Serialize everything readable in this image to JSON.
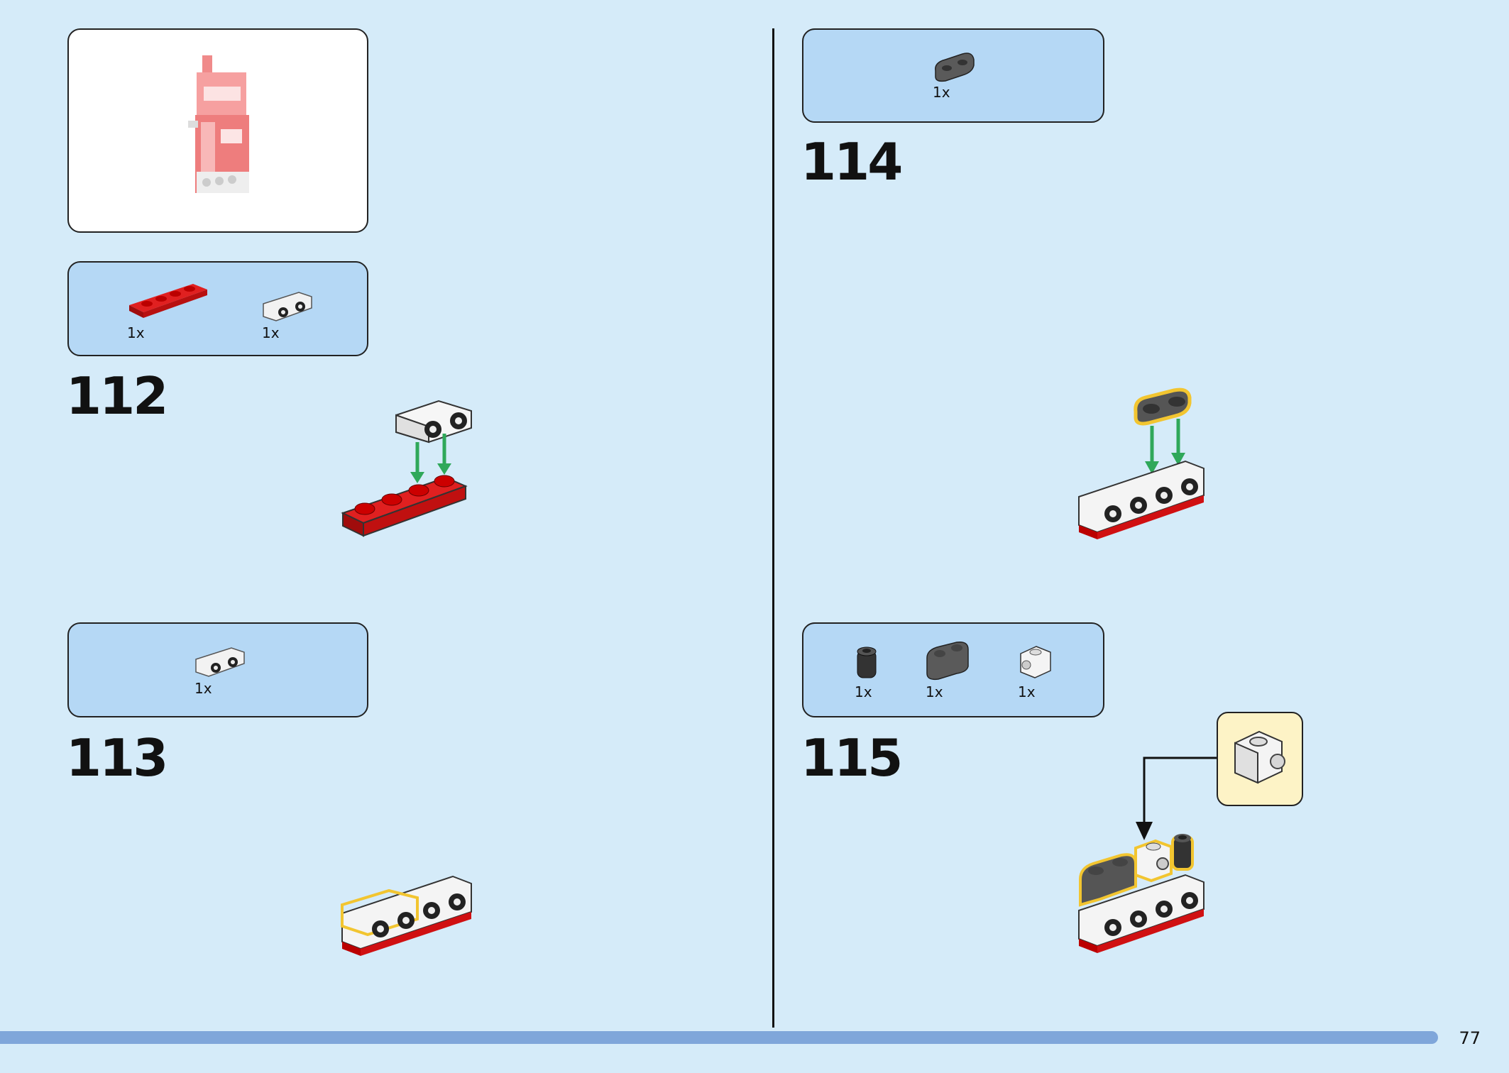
{
  "page": {
    "number": "77"
  },
  "preview": {
    "description_icon": "model-preview"
  },
  "steps": [
    {
      "number": "112",
      "parts": [
        {
          "qty": "1x",
          "icon": "red-plate-1x4-icon"
        },
        {
          "qty": "1x",
          "icon": "white-bracket-icon"
        }
      ]
    },
    {
      "number": "113",
      "parts": [
        {
          "qty": "1x",
          "icon": "white-bracket-icon"
        }
      ]
    },
    {
      "number": "114",
      "parts": [
        {
          "qty": "1x",
          "icon": "dark-gray-plate-1x2-rounded-icon"
        }
      ]
    },
    {
      "number": "115",
      "parts": [
        {
          "qty": "1x",
          "icon": "black-round-brick-icon"
        },
        {
          "qty": "1x",
          "icon": "dark-gray-curved-brick-icon"
        },
        {
          "qty": "1x",
          "icon": "white-brick-with-side-stud-icon"
        }
      ]
    }
  ],
  "colors": {
    "background": "#d5ebf9",
    "parts_box": "#b5d8f5",
    "red": "#d01012",
    "arrow_green": "#2fa85a",
    "highlight_yellow": "#f2c530",
    "callout": "#fdf3c6"
  }
}
